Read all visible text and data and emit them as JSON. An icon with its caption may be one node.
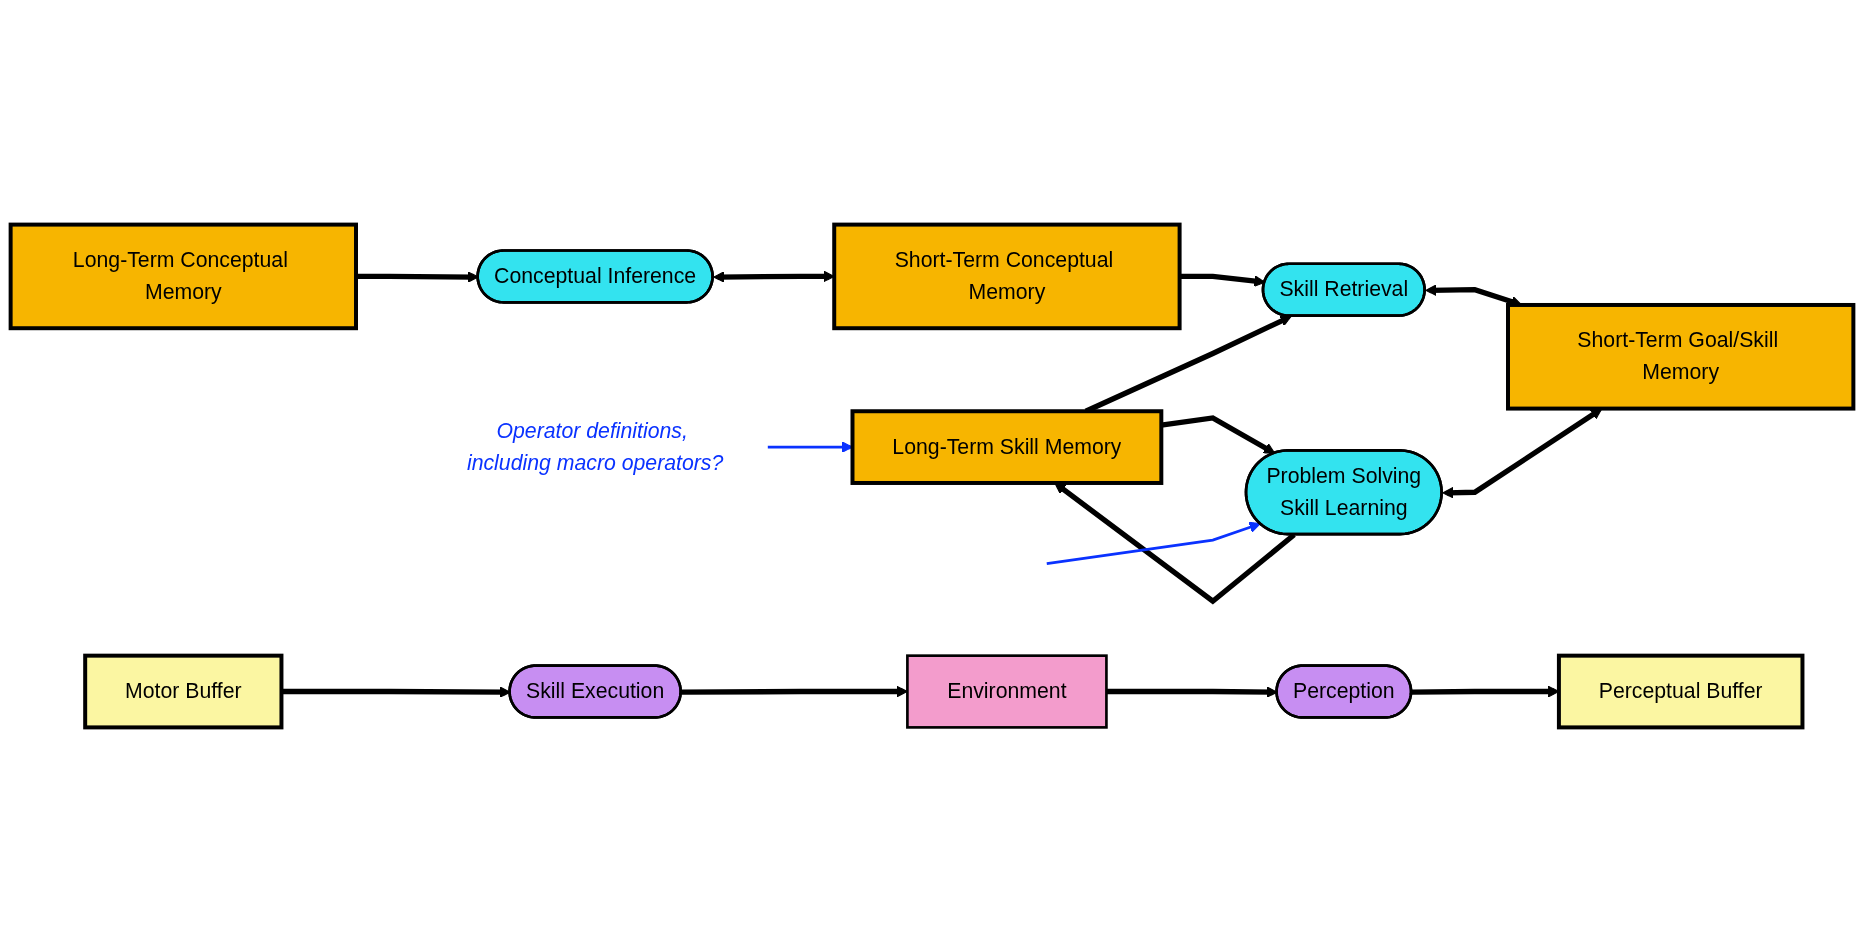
{
  "diagram": {
    "nodes": [
      {
        "text": [
          "Long-Term Conceptual Memory"
        ]
      },
      {
        "text": [
          "Conceptual Inference"
        ]
      },
      {
        "text": [
          "Perceptual Buffer"
        ]
      },
      {
        "text": [
          "Short-Term Conceptual Memory"
        ]
      },
      {
        "text": [
          "Perception"
        ]
      },
      {
        "text": [
          "Operator definitions, including macro operators?"
        ]
      },
      {
        "text": [
          "Skill Retrieval"
        ]
      },
      {
        "text": [
          "Environment"
        ]
      },
      {
        "text": [
          "Long-Term Skill Memory"
        ]
      },
      {
        "text": [
          "Problem Solving",
          "Skill Learning"
        ]
      },
      {
        "text": [
          "Short-Term Goal/Skill Memory"
        ]
      },
      {
        "text": [
          "Skill Execution"
        ]
      },
      {
        "text": [
          "Motor Buffer"
        ]
      }
    ],
    "edges": [
      {
        "from": 0,
        "to": 1,
        "arrow": "to"
      },
      {
        "from": 1,
        "to": 3,
        "arrow": "both"
      },
      {
        "from": 4,
        "to": 2,
        "arrow": "to"
      },
      {
        "from": 3,
        "to": 6,
        "arrow": "to"
      },
      {
        "from": 8,
        "to": 6,
        "arrow": "to"
      },
      {
        "from": 6,
        "to": 10,
        "arrow": "both"
      },
      {
        "from": 8,
        "to": 9,
        "arrow": "to"
      },
      {
        "from": 9,
        "to": 10,
        "arrow": "both"
      },
      {
        "from": 9,
        "to": 8,
        "arrow": "to"
      },
      {
        "from": 12,
        "to": 11,
        "arrow": "to"
      },
      {
        "from": 11,
        "to": 7,
        "arrow": "to"
      },
      {
        "from": 7,
        "to": 4,
        "arrow": "to"
      },
      {
        "from": 5,
        "to": 8,
        "arrow": "to",
        "color": "#0a32ff"
      },
      {
        "from": null,
        "to": 9,
        "arrow": "to",
        "color": "#0a32ff"
      }
    ]
  }
}
